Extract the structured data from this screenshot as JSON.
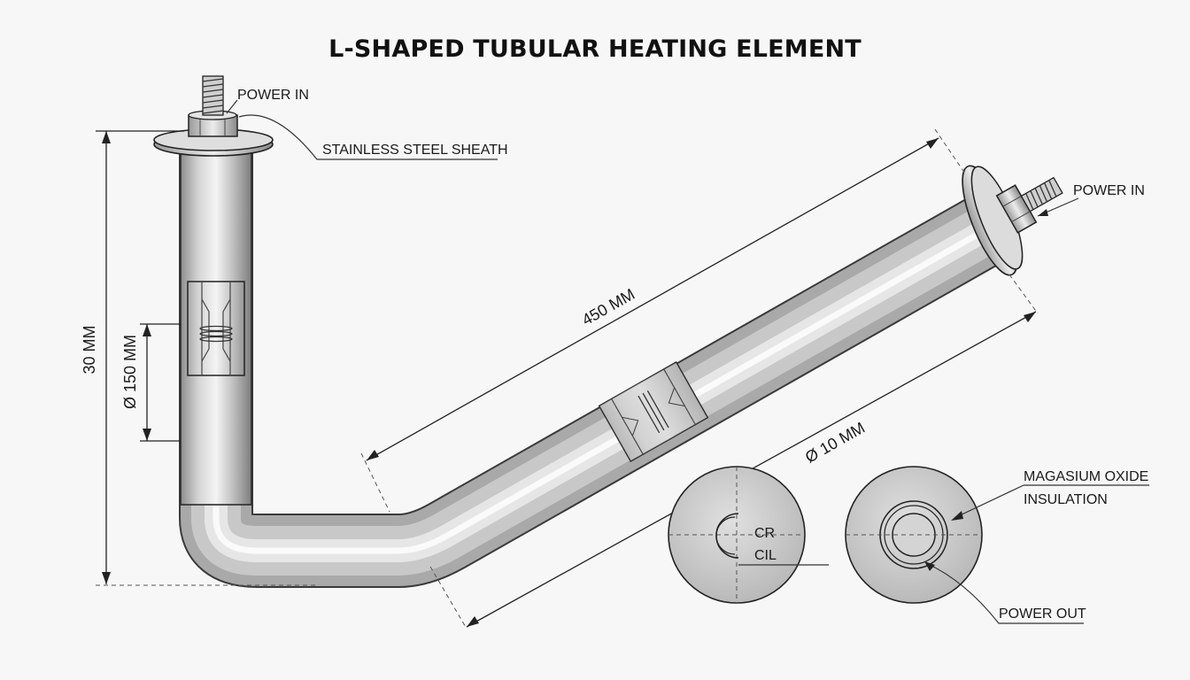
{
  "title": "L-SHAPED TUBULAR HEATING ELEMENT",
  "labels": {
    "power_in_top": "POWER IN",
    "power_in_right": "POWER IN",
    "sheath": "STAINLESS STEEL SHEATH",
    "insulation_line1": "MAGASIUM OXIDE",
    "insulation_line2": "INSULATION",
    "power_out": "POWER OUT",
    "cross_section_line1": "CR",
    "cross_section_line2": "CIL"
  },
  "dimensions": {
    "height": "30 MM",
    "diameter_vertical": "Ø 150 MM",
    "length": "450 MM",
    "diameter_tube": "Ø 10 MM"
  },
  "colors": {
    "metal_light": "#f2f2f2",
    "metal_mid": "#c9c9c9",
    "metal_dark": "#8e8e8e",
    "ink": "#222222"
  }
}
